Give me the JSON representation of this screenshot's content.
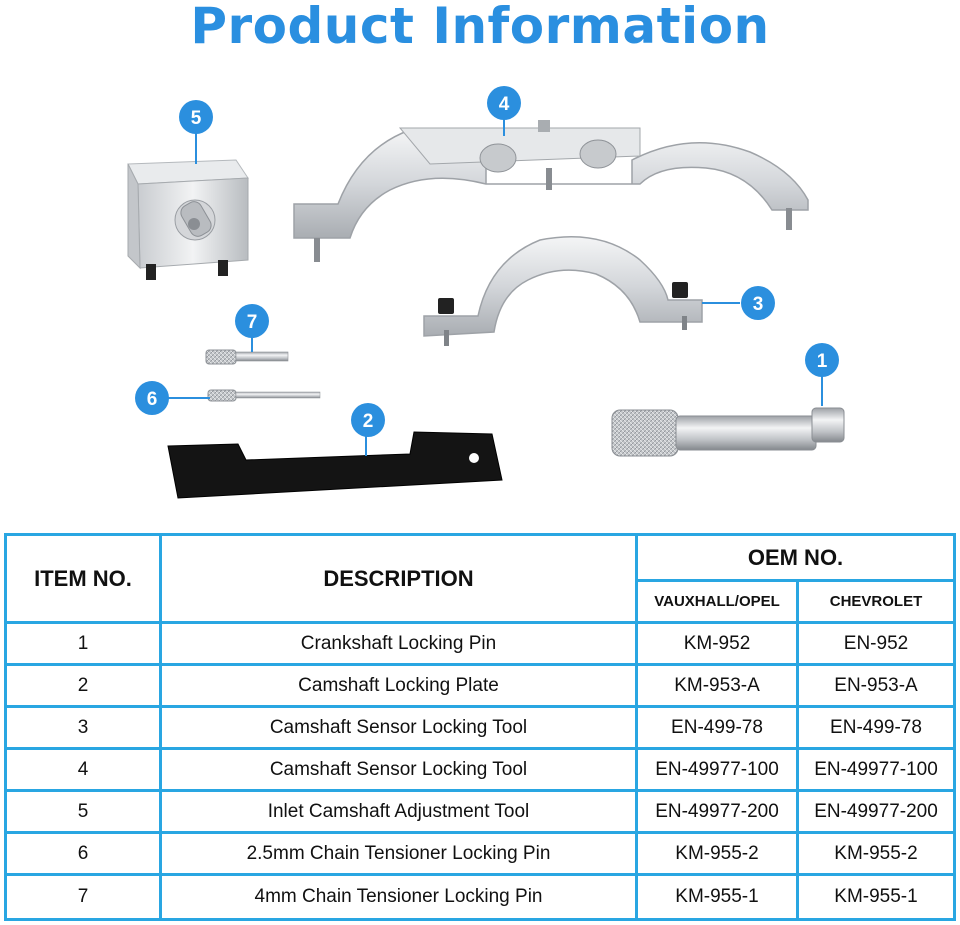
{
  "title": "Product Information",
  "colors": {
    "accent": "#29a6e2",
    "title": "#2a8fe0",
    "callout": "#2b8fde"
  },
  "callouts": [
    "1",
    "2",
    "3",
    "4",
    "5",
    "6",
    "7"
  ],
  "table": {
    "headers": {
      "item_no": "ITEM NO.",
      "description": "DESCRIPTION",
      "oem_no": "OEM NO.",
      "vauxhall": "VAUXHALL/OPEL",
      "chevrolet": "CHEVROLET"
    },
    "rows": [
      {
        "item": "1",
        "description": "Crankshaft Locking Pin",
        "vauxhall": "KM-952",
        "chevrolet": "EN-952"
      },
      {
        "item": "2",
        "description": "Camshaft Locking Plate",
        "vauxhall": "KM-953-A",
        "chevrolet": "EN-953-A"
      },
      {
        "item": "3",
        "description": "Camshaft Sensor Locking Tool",
        "vauxhall": "EN-499-78",
        "chevrolet": "EN-499-78"
      },
      {
        "item": "4",
        "description": "Camshaft Sensor Locking Tool",
        "vauxhall": "EN-49977-100",
        "chevrolet": "EN-49977-100"
      },
      {
        "item": "5",
        "description": "Inlet Camshaft Adjustment Tool",
        "vauxhall": "EN-49977-200",
        "chevrolet": "EN-49977-200"
      },
      {
        "item": "6",
        "description": "2.5mm Chain Tensioner Locking Pin",
        "vauxhall": "KM-955-2",
        "chevrolet": "KM-955-2"
      },
      {
        "item": "7",
        "description": "4mm Chain Tensioner Locking Pin",
        "vauxhall": "KM-955-1",
        "chevrolet": "KM-955-1"
      }
    ]
  }
}
